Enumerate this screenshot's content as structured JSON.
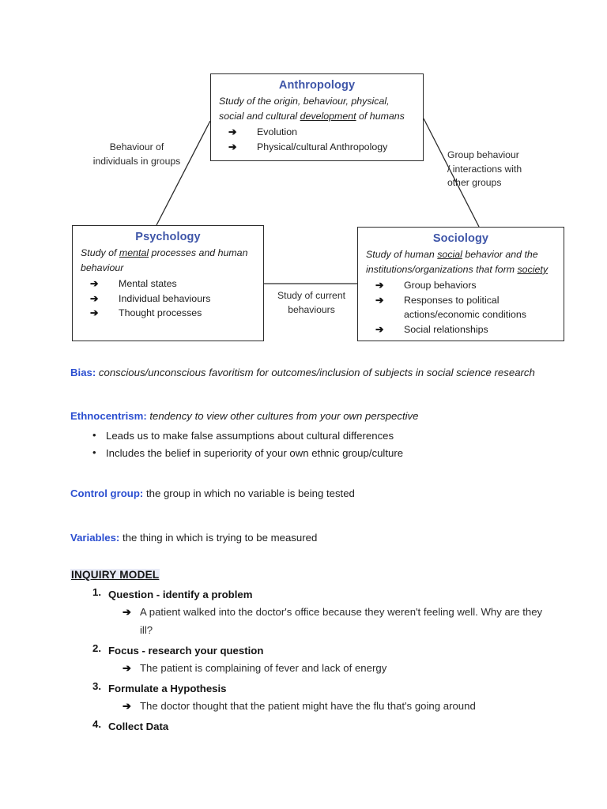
{
  "diagram": {
    "nodes": [
      {
        "id": "anthropology",
        "title": "Anthropology",
        "desc_pre": "Study of the origin, behaviour, physical, social and cultural ",
        "desc_underline": "development",
        "desc_post": " of humans",
        "bullets": [
          "Evolution",
          "Physical/cultural Anthropology"
        ]
      },
      {
        "id": "psychology",
        "title": "Psychology",
        "desc_pre": "Study of ",
        "desc_underline": "mental",
        "desc_post": " processes and human behaviour",
        "bullets": [
          "Mental states",
          "Individual behaviours",
          "Thought processes"
        ]
      },
      {
        "id": "sociology",
        "title": "Sociology",
        "desc_pre": "Study of human ",
        "desc_underline": "social",
        "desc_mid": " behavior and the institutions/organizations that form ",
        "desc_underline2": "society",
        "desc_post": "",
        "bullets": [
          "Group behaviors",
          "Responses to political actions/economic conditions",
          "Social relationships"
        ]
      }
    ],
    "edge_labels": {
      "left": "Behaviour of\nindividuals in groups",
      "right": "Group behaviour\n/ interactions with\nother groups",
      "center": "Study of current\nbehaviours"
    },
    "arrow_glyph": "➔"
  },
  "notes": {
    "terms": [
      {
        "label": "Bias:",
        "definition": " conscious/unconscious favoritism for outcomes/inclusion of subjects in social science research",
        "italic": true,
        "bullets": []
      },
      {
        "label": "Ethnocentrism:",
        "definition": " tendency to view other cultures from your own perspective",
        "italic": true,
        "bullets": [
          "Leads us to make false assumptions about cultural differences",
          "Includes the belief in superiority of your own ethnic group/culture"
        ]
      },
      {
        "label": "Control group:",
        "definition": " the group in which no variable is being tested",
        "italic": false,
        "bullets": []
      },
      {
        "label": "Variables:",
        "definition": " the thing in which is trying to be measured",
        "italic": false,
        "bullets": []
      }
    ]
  },
  "inquiry": {
    "heading": "INQUIRY MODEL",
    "steps": [
      {
        "title": "Question - identify a problem",
        "substeps": [
          "A patient walked into the doctor's office because they weren't feeling well. Why are they ill?"
        ]
      },
      {
        "title": "Focus - research your question",
        "substeps": [
          "The patient is complaining of fever and lack of energy"
        ]
      },
      {
        "title": "Formulate a Hypothesis",
        "substeps": [
          "The doctor thought that the patient might have the flu that's going around"
        ]
      },
      {
        "title": "Collect Data",
        "substeps": []
      }
    ],
    "arrow_glyph": "➔"
  },
  "colors": {
    "node_title": "#3e55a8",
    "term_label": "#2c4fd0",
    "box_border": "#2b2b2b",
    "highlight": "#e9ebf7",
    "text": "#1d1d1d"
  }
}
